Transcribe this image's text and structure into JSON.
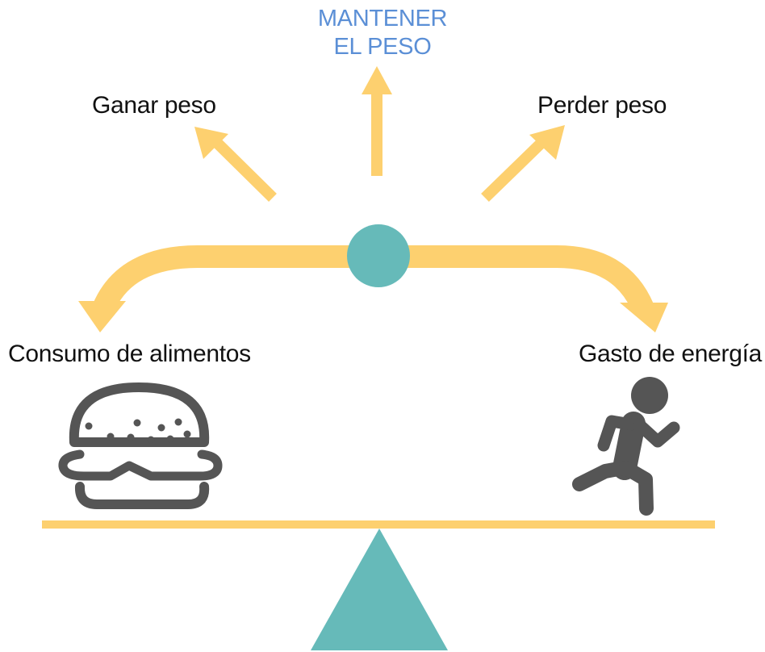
{
  "labels": {
    "maintain_line1": "MANTENER",
    "maintain_line2": "EL PESO",
    "gain": "Ganar peso",
    "lose": "Perder peso",
    "consumption": "Consumo de alimentos",
    "expenditure": "Gasto de energía"
  },
  "icons": {
    "food": "hamburger-icon",
    "activity": "running-person-icon"
  },
  "colors": {
    "arrow": "#fdd06f",
    "beam": "#fdd06f",
    "pivot": "#66bab9",
    "maintain_text": "#5b8fd6",
    "icon": "#555555",
    "text": "#111111"
  }
}
